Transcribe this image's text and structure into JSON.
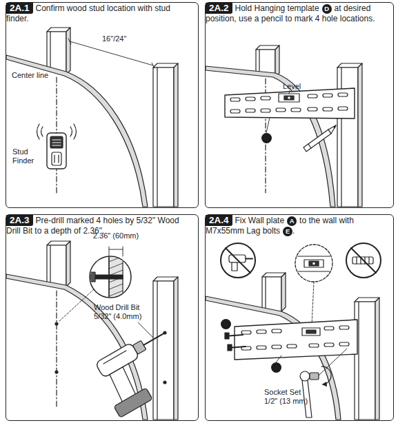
{
  "diagram": {
    "nodes": [
      {
        "text": [
          "2A.1",
          "Confirm wood stud location with stud finder."
        ]
      },
      {
        "text": [
          "2A.2",
          "Hold Hanging template",
          "D",
          "at desired position, use a pencil to mark 4 hole locations."
        ]
      },
      {
        "text": [
          "2A.3",
          "Pre-drill marked 4 holes by 5/32\" Wood Drill Bit to a depth of 2.36\"."
        ]
      },
      {
        "text": [
          "2A.4",
          "Fix Wall plate",
          "A",
          "to the wall with M7x55mm Lag bolts",
          "E",
          "."
        ]
      }
    ],
    "labels": [
      "Center line",
      "16\"/24\"",
      "Stud Finder",
      "Level",
      "D",
      "2.36\" (60mm)",
      "Wood Drill Bit 5/32\" (4.0mm)",
      "E",
      "A",
      "Socket Set 1/2\" (13 mm)"
    ]
  }
}
